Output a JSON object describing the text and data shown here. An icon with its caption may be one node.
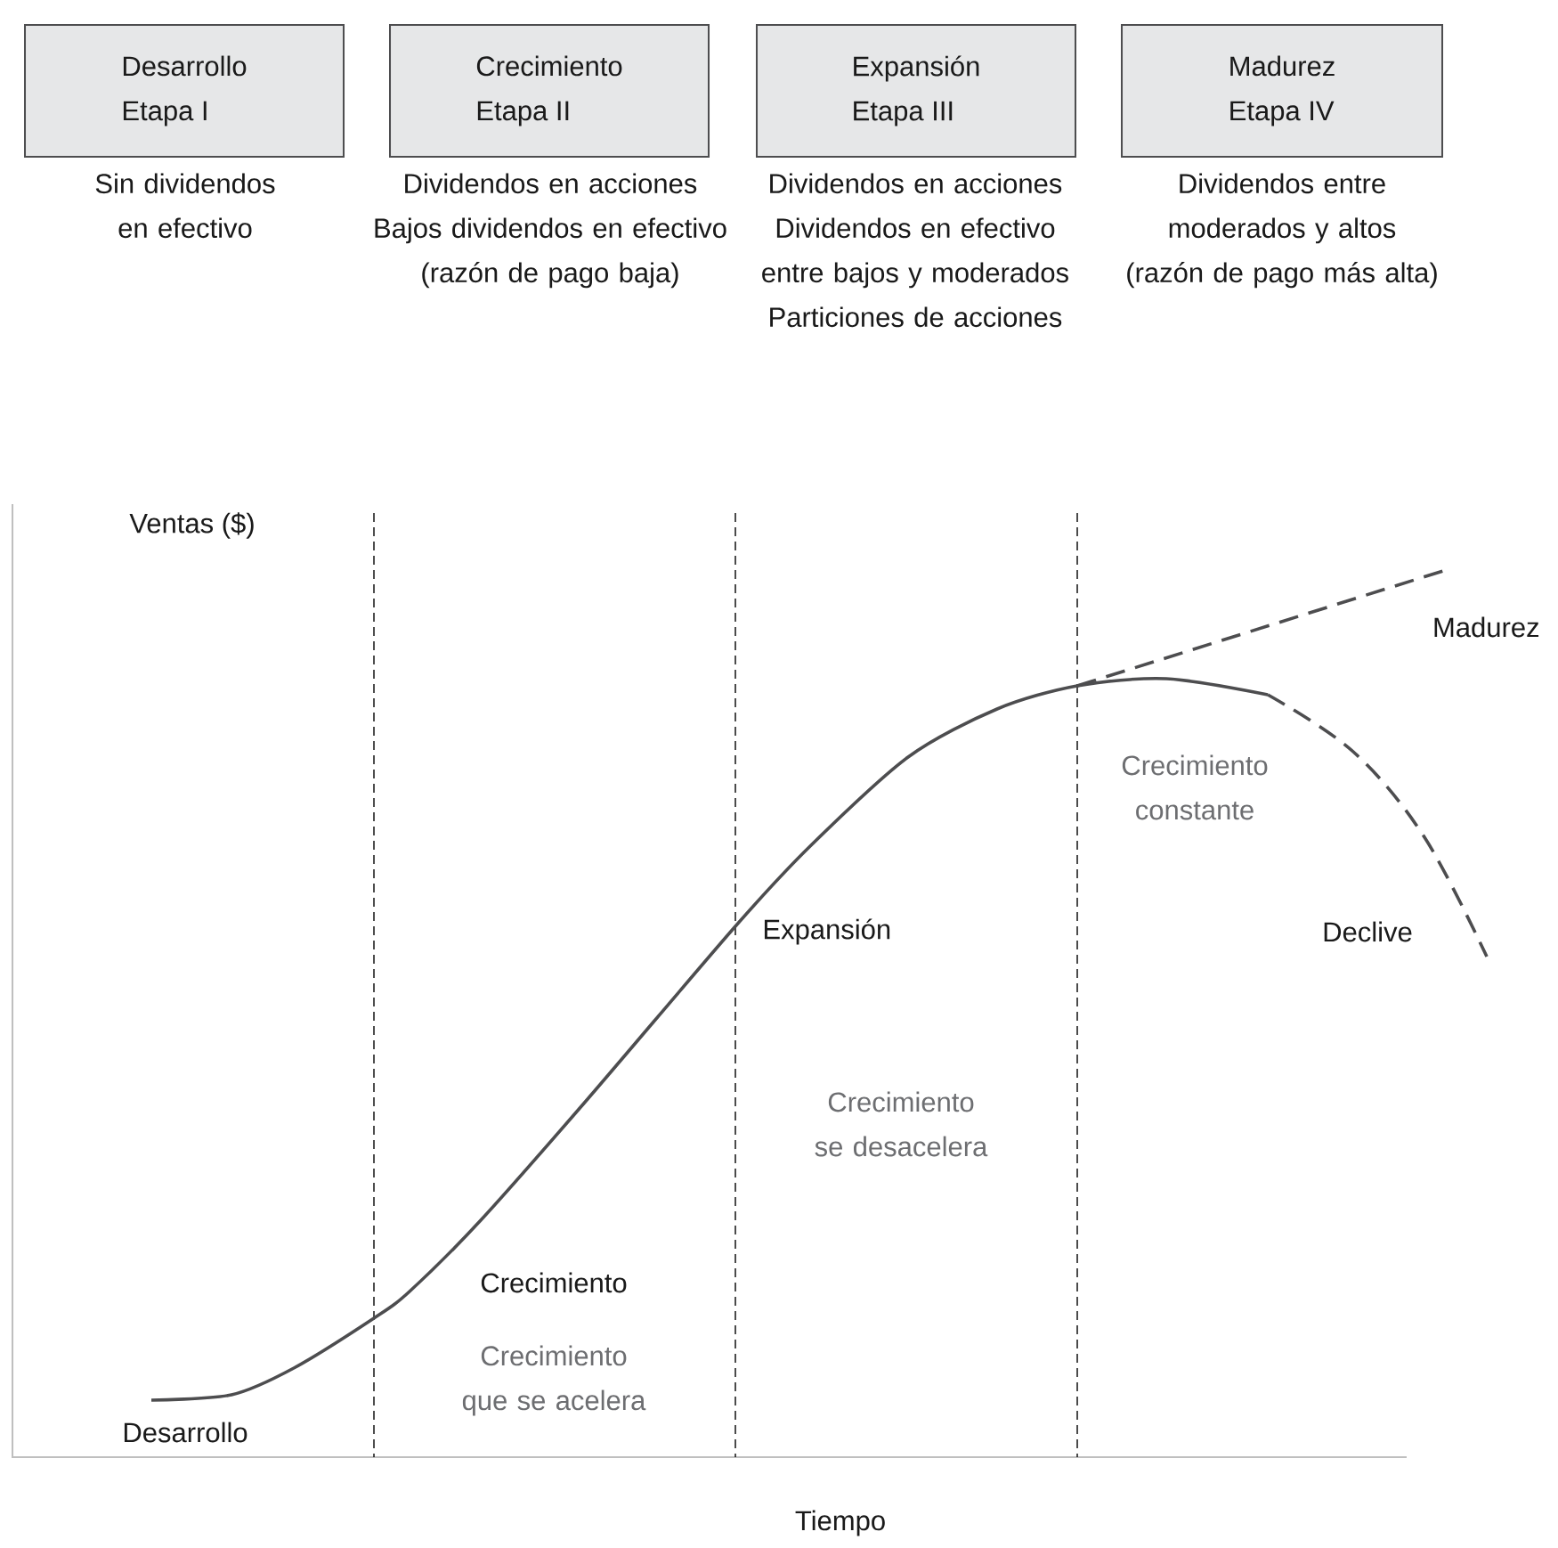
{
  "diagram": {
    "nodes": [
      {
        "text": [
          "Desarrollo",
          "Etapa I"
        ],
        "beside": [
          "Sin dividendos en efectivo"
        ]
      },
      {
        "text": [
          "Crecimiento",
          "Etapa II"
        ],
        "beside": [
          "Dividendos en acciones",
          "Bajos dividendos en efectivo (razón de pago baja)"
        ]
      },
      {
        "text": [
          "Expansión",
          "Etapa III"
        ],
        "beside": [
          "Dividendos en acciones",
          "Dividendos en efectivo entre bajos y moderados",
          "Particiones de acciones"
        ]
      },
      {
        "text": [
          "Madurez",
          "Etapa IV"
        ],
        "beside": [
          "Dividendos entre moderados y altos (razón de pago más alta)"
        ]
      }
    ],
    "labels": [
      "Ventas ($)",
      "Madurez",
      "Crecimiento constante",
      "Expansión",
      "Declive",
      "Crecimiento se desacelera",
      "Crecimiento",
      "Crecimiento que se acelera",
      "Desarrollo",
      "Tiempo"
    ]
  }
}
